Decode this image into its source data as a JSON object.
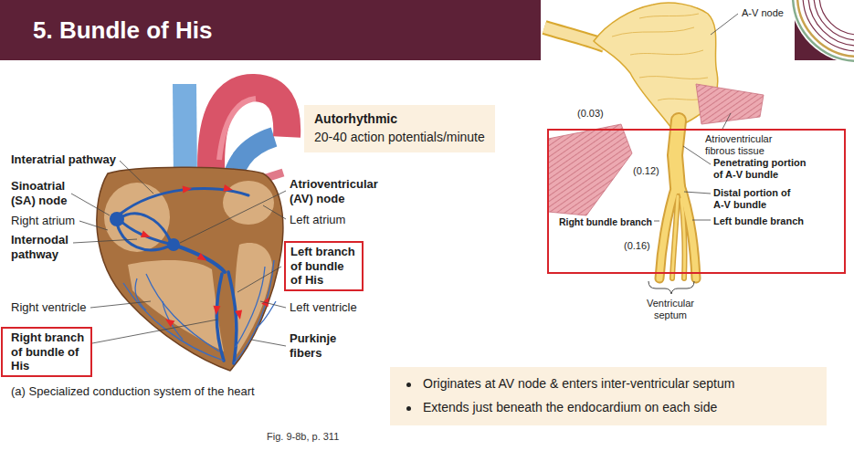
{
  "diagram": {
    "title": "5. Bundle of His",
    "caption": "(a) Specialized conduction system of the heart",
    "nodes": [
      {
        "text": [
          "Autorhythmic",
          "20-40 action potentials/minute"
        ]
      },
      {
        "text": [
          "Left branch of bundle of His"
        ]
      },
      {
        "text": [
          "Right branch of bundle of His"
        ]
      },
      {
        "text": [
          "Atrioventricular fibrous tissue",
          "(0.12)",
          "Penetrating portion of A-V bundle",
          "Distal portion of A-V bundle",
          "Right bundle branch",
          "Left bundle branch",
          "(0.16)"
        ]
      },
      {
        "text": [
          "Originates at AV node & enters inter-ventricular septum",
          "Extends just beneath the endocardium on each side"
        ]
      }
    ],
    "labels": [
      "Interatrial pathway",
      "Sinoatrial (SA) node",
      "Right atrium",
      "Internodal pathway",
      "Right ventricle",
      "Atrioventricular (AV) node",
      "Left atrium",
      "Left ventricle",
      "Purkinje fibers",
      "A-V node",
      "(0.03)",
      "Ventricular septum",
      "Fig. 9-8b, p. 311"
    ]
  }
}
